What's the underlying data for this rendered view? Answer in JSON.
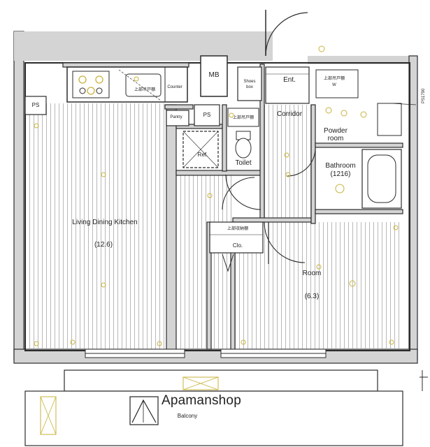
{
  "rooms": {
    "ldk": {
      "name": "Living Dining Kitchen",
      "size": "(12.6)"
    },
    "room": {
      "name": "Room",
      "size": "(6.3)"
    },
    "bathroom": {
      "name": "Bathroom",
      "size": "(1216)"
    },
    "powder_room": {
      "line1": "Powder",
      "line2": "room"
    },
    "toilet": "Toilet",
    "corridor": "Corridor",
    "entrance": "Ent.",
    "closet": "Clo.",
    "pantry": "Pantry",
    "counter": "Counter",
    "shoes_box": {
      "line1": "Shoes",
      "line2": "box"
    },
    "refrigerator": "Ref.",
    "balcony": "Balcony"
  },
  "markers": {
    "ps_left": "PS",
    "ps_center": "PS",
    "mb": "MB",
    "washer": "W",
    "storage_kitchen": "上部吊戸棚",
    "storage_toilet": "上部吊戸棚",
    "storage_washroom": "上部吊戸棚",
    "storage_closet": "上部収納棚",
    "side_note": "PS1790"
  },
  "logo": {
    "text": "Apamanshop",
    "icon": "apamanshop-logo-icon"
  },
  "colors": {
    "wall": "#2b2b2b",
    "wall_fill": "#d4d4d4",
    "fixture": "#c8b23a",
    "floor_line": "#8a8a8a"
  }
}
